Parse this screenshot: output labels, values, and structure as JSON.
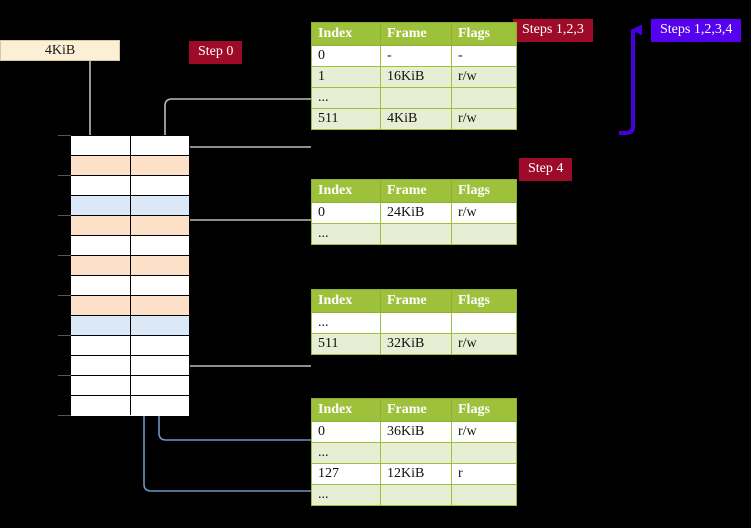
{
  "diagram": {
    "title_hidden": "",
    "labels": {
      "size_box": "4KiB",
      "step0": "Step 0",
      "step4": "Step 4",
      "steps123": "Steps 1,2,3",
      "steps1234": "Steps 1,2,3,4"
    },
    "colors": {
      "badge_red": "#9e0b28",
      "badge_violet": "#5500ee",
      "table_header": "#9ec13c",
      "table_alt_row": "#e8eed3",
      "highlight": "#fbf7a5",
      "frame_orange": "#fde0c8",
      "frame_blue": "#dbe8f7",
      "box_cream": "#fbefd5",
      "wire_gray": "#b0b0b0",
      "wire_blue": "#6f95c4",
      "background": "#000000"
    },
    "tables": [
      {
        "name": "page-table-level-1",
        "columns": [
          "Index",
          "Frame",
          "Flags"
        ],
        "rows": [
          {
            "index": "0",
            "frame": "-",
            "flags": "-",
            "alt": false,
            "highlight": false
          },
          {
            "index": "1",
            "frame": "16KiB",
            "flags": "r/w",
            "alt": true,
            "highlight": false
          },
          {
            "index": "...",
            "frame": "",
            "flags": "",
            "alt": true,
            "highlight": false
          },
          {
            "index": "511",
            "frame": "4KiB",
            "flags": "r/w",
            "alt": true,
            "highlight": true
          }
        ]
      },
      {
        "name": "page-table-level-2",
        "columns": [
          "Index",
          "Frame",
          "Flags"
        ],
        "rows": [
          {
            "index": "0",
            "frame": "24KiB",
            "flags": "r/w",
            "alt": false,
            "highlight": false
          },
          {
            "index": "...",
            "frame": "",
            "flags": "",
            "alt": true,
            "highlight": false
          }
        ]
      },
      {
        "name": "page-table-level-3",
        "columns": [
          "Index",
          "Frame",
          "Flags"
        ],
        "rows": [
          {
            "index": "...",
            "frame": "",
            "flags": "",
            "alt": false,
            "highlight": false
          },
          {
            "index": "511",
            "frame": "32KiB",
            "flags": "r/w",
            "alt": true,
            "highlight": false
          }
        ]
      },
      {
        "name": "page-table-level-4",
        "columns": [
          "Index",
          "Frame",
          "Flags"
        ],
        "rows": [
          {
            "index": "0",
            "frame": "36KiB",
            "flags": "r/w",
            "alt": false,
            "highlight": false
          },
          {
            "index": "...",
            "frame": "",
            "flags": "",
            "alt": true,
            "highlight": false
          },
          {
            "index": "127",
            "frame": "12KiB",
            "flags": "r",
            "alt": false,
            "highlight": false
          },
          {
            "index": "...",
            "frame": "",
            "flags": "",
            "alt": true,
            "highlight": false
          }
        ]
      }
    ],
    "memory_grid": {
      "name": "physical-memory-frames",
      "rows": [
        {
          "fill": "white"
        },
        {
          "fill": "orange"
        },
        {
          "fill": "white"
        },
        {
          "fill": "blue"
        },
        {
          "fill": "orange"
        },
        {
          "fill": "white"
        },
        {
          "fill": "orange"
        },
        {
          "fill": "white"
        },
        {
          "fill": "orange"
        },
        {
          "fill": "blue"
        },
        {
          "fill": "white"
        },
        {
          "fill": "white"
        },
        {
          "fill": "white"
        },
        {
          "fill": "white"
        }
      ]
    }
  }
}
